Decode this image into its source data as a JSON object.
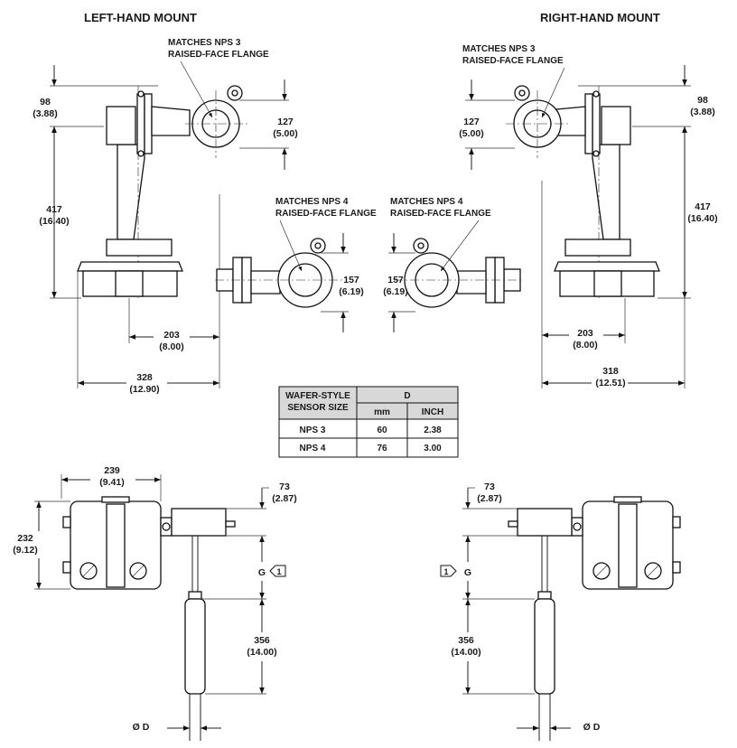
{
  "views": {
    "left_title": "LEFT-HAND MOUNT",
    "right_title": "RIGHT-HAND MOUNT"
  },
  "notes": {
    "nps3_line1": "MATCHES NPS 3",
    "nps3_line2": "RAISED-FACE FLANGE",
    "nps4_line1": "MATCHES NPS 4",
    "nps4_line2": "RAISED-FACE FLANGE"
  },
  "dimensions": {
    "d98_mm": "98",
    "d98_in": "(3.88)",
    "d127_mm": "127",
    "d127_in": "(5.00)",
    "d417_mm": "417",
    "d417_in": "(16.40)",
    "d157_mm": "157",
    "d157_in": "(6.19)",
    "d203_mm": "203",
    "d203_in": "(8.00)",
    "d328_mm": "328",
    "d328_in": "(12.90)",
    "d318_mm": "318",
    "d318_in": "(12.51)",
    "d239_mm": "239",
    "d239_in": "(9.41)",
    "d232_mm": "232",
    "d232_in": "(9.12)",
    "d73_mm": "73",
    "d73_in": "(2.87)",
    "d356_mm": "356",
    "d356_in": "(14.00)",
    "g_label": "G",
    "note_marker": "1",
    "diameter_label": "Ø D"
  },
  "table": {
    "header_col1_line1": "WAFER-STYLE",
    "header_col1_line2": "SENSOR SIZE",
    "header_group": "D",
    "header_mm": "mm",
    "header_inch": "INCH",
    "rows": [
      {
        "size": "NPS 3",
        "mm": "60",
        "inch": "2.38"
      },
      {
        "size": "NPS 4",
        "mm": "76",
        "inch": "3.00"
      }
    ]
  }
}
